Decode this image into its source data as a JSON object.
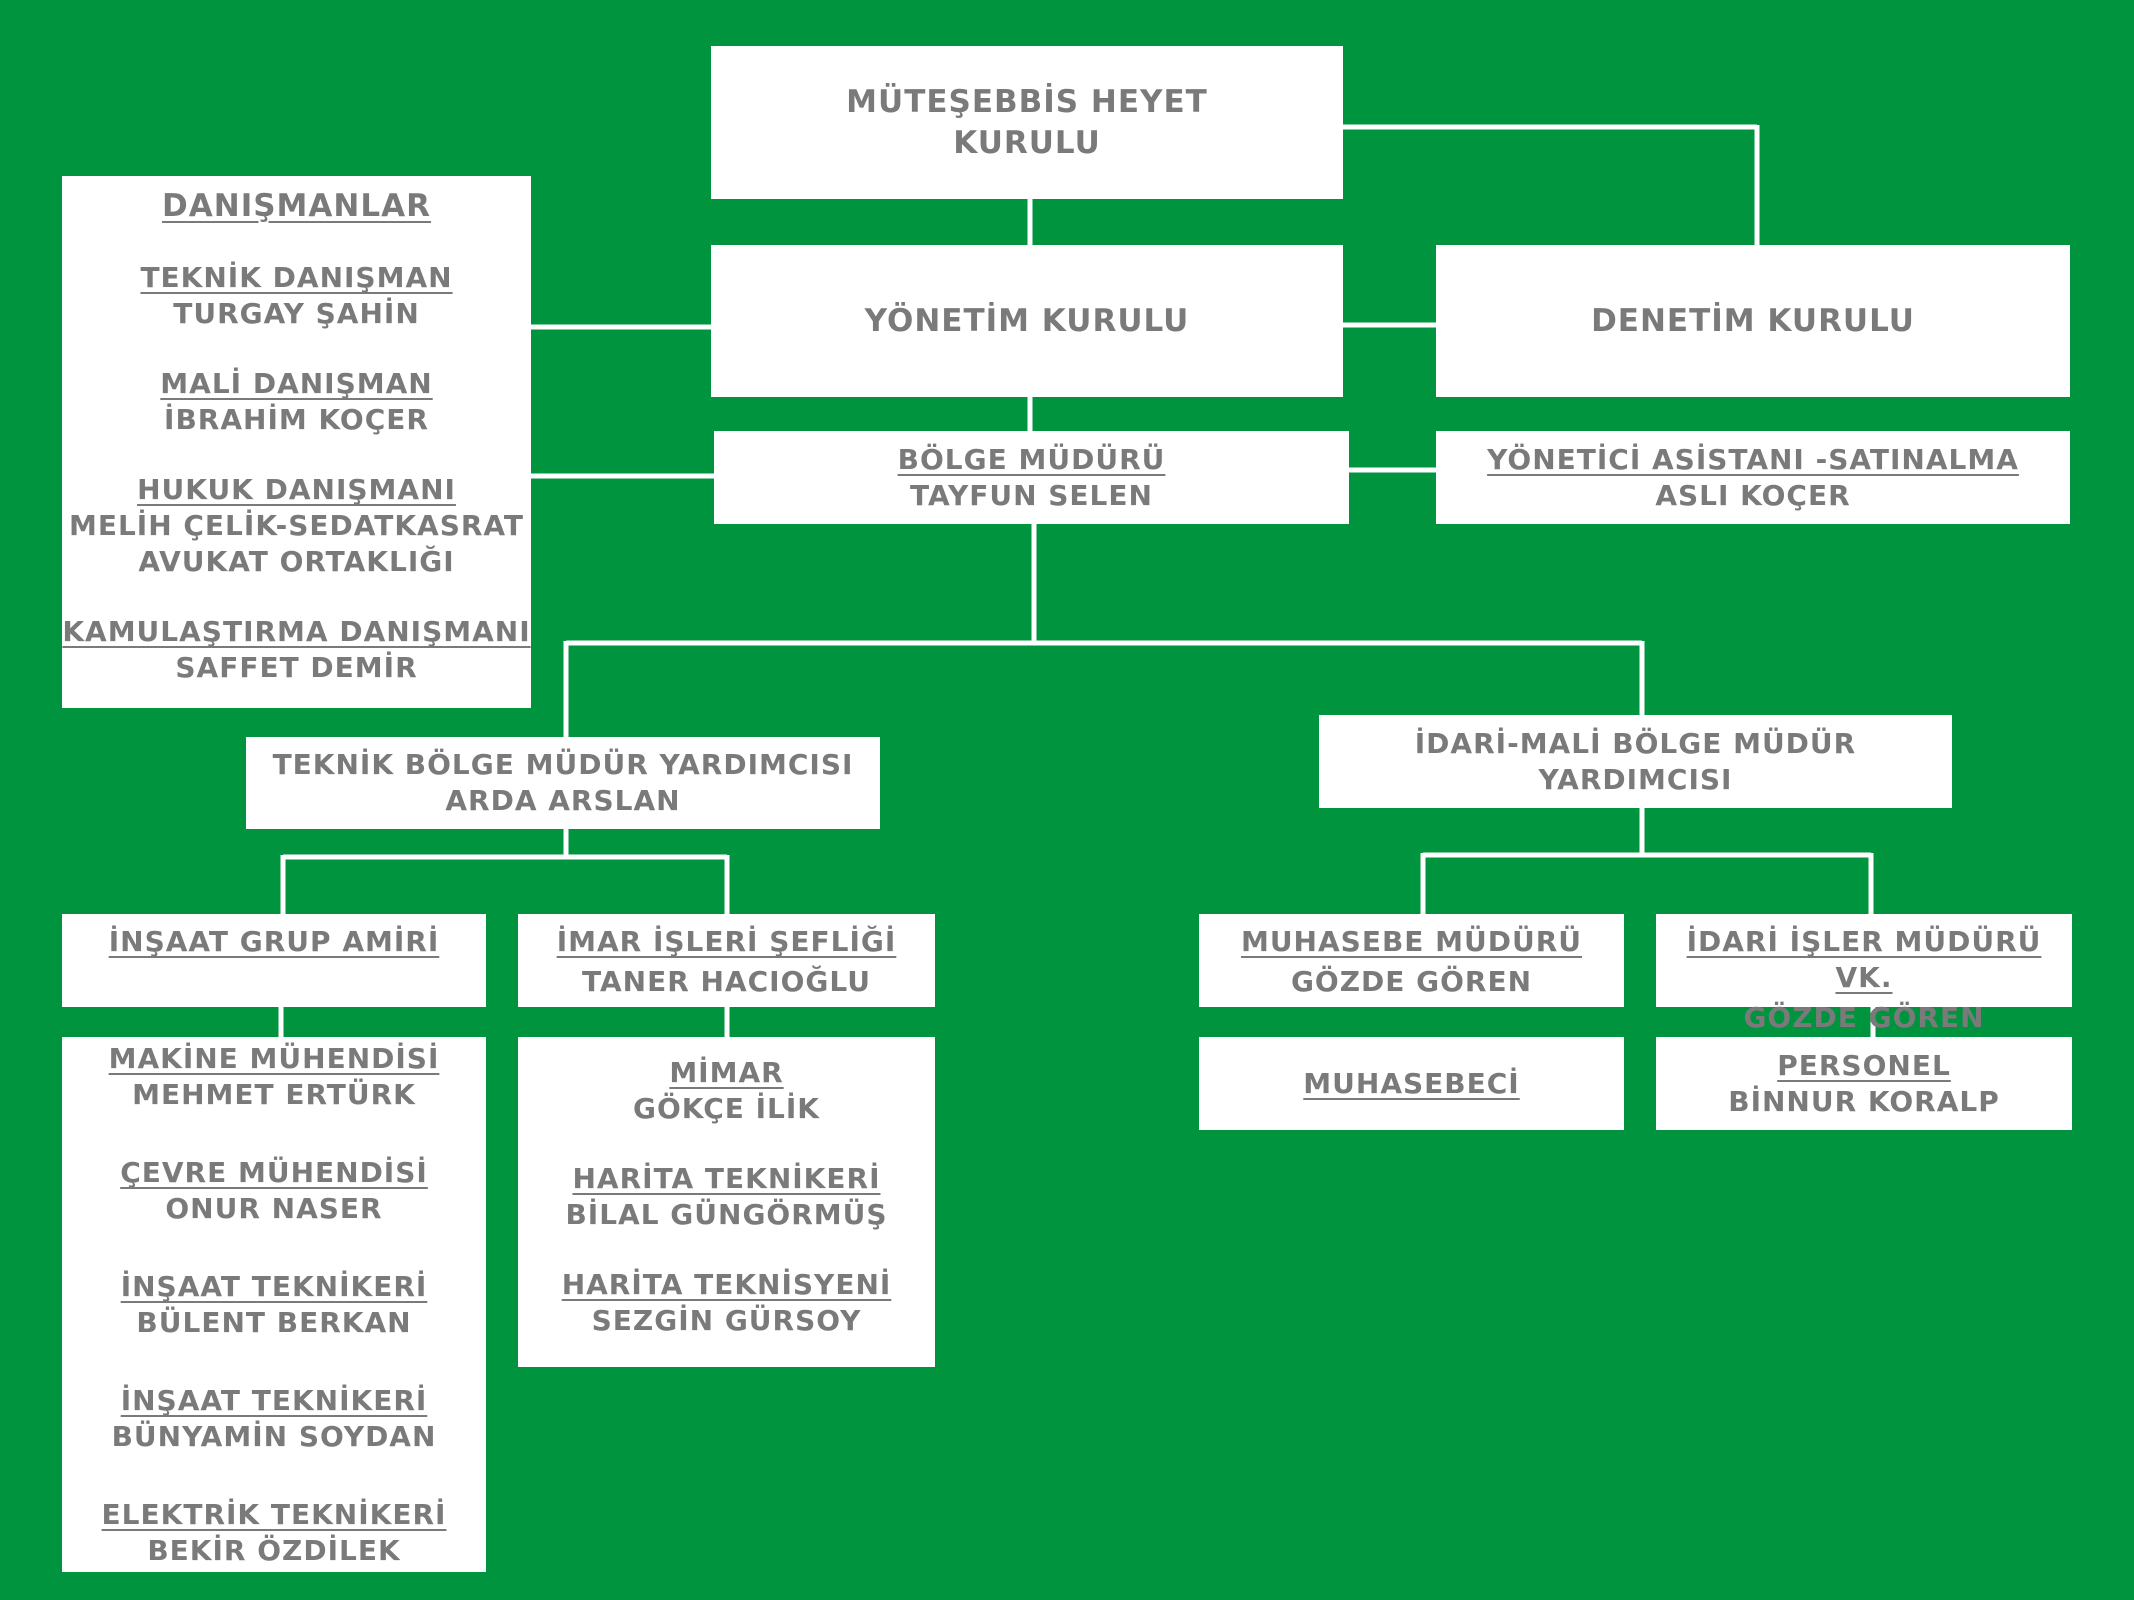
{
  "colors": {
    "background": "#00943f",
    "box": "#ffffff",
    "text": "#7a7a7a",
    "connector": "#ffffff"
  },
  "mutesebbis": {
    "line1": "MÜTEŞEBBİS HEYET",
    "line2": "KURULU"
  },
  "yonetim": {
    "title": "YÖNETİM KURULU"
  },
  "denetim": {
    "title": "DENETİM KURULU"
  },
  "danismanlar": {
    "title": "DANIŞMANLAR",
    "items": [
      {
        "role": "TEKNİK DANIŞMAN",
        "name": "TURGAY ŞAHİN"
      },
      {
        "role": "MALİ DANIŞMAN",
        "name": "İBRAHİM KOÇER"
      },
      {
        "role": "HUKUK DANIŞMANI",
        "name": "MELİH ÇELİK-SEDATKASRAT",
        "name2": "AVUKAT ORTAKLIĞI"
      },
      {
        "role": "KAMULAŞTIRMA DANIŞMANI",
        "name": "SAFFET DEMİR"
      }
    ]
  },
  "bolge_muduru": {
    "role": "BÖLGE MÜDÜRÜ",
    "name": "TAYFUN SELEN"
  },
  "asistan": {
    "role": "YÖNETİCİ ASİSTANI -SATINALMA",
    "name": "ASLI KOÇER"
  },
  "teknik_yardimci": {
    "role": "TEKNİK BÖLGE MÜDÜR YARDIMCISI",
    "name": "ARDA ARSLAN"
  },
  "idari_yardimci": {
    "role": "İDARİ-MALİ BÖLGE MÜDÜR YARDIMCISI"
  },
  "insaat_grup": {
    "role": "İNŞAAT GRUP AMİRİ"
  },
  "imar": {
    "role": "İMAR İŞLERİ ŞEFLİĞİ",
    "name": "TANER HACIOĞLU"
  },
  "muhasebe_muduru": {
    "role": "MUHASEBE MÜDÜRÜ",
    "name": "GÖZDE GÖREN"
  },
  "idari_isler": {
    "role": "İDARİ İŞLER MÜDÜRÜ VK.",
    "name": "GÖZDE GÖREN"
  },
  "insaat_staff": [
    {
      "role": "MAKİNE MÜHENDİSİ",
      "name": "MEHMET ERTÜRK"
    },
    {
      "role": "ÇEVRE MÜHENDİSİ",
      "name": "ONUR NASER"
    },
    {
      "role": "İNŞAAT TEKNİKERİ",
      "name": "BÜLENT BERKAN"
    },
    {
      "role": "İNŞAAT TEKNİKERİ",
      "name": "BÜNYAMİN SOYDAN"
    },
    {
      "role": "ELEKTRİK TEKNİKERİ",
      "name": "BEKİR ÖZDİLEK"
    }
  ],
  "imar_staff": [
    {
      "role": "MİMAR",
      "name": "GÖKÇE İLİK"
    },
    {
      "role": "HARİTA TEKNİKERİ",
      "name": "BİLAL GÜNGÖRMÜŞ"
    },
    {
      "role": "HARİTA TEKNİSYENİ",
      "name": "SEZGİN GÜRSOY"
    }
  ],
  "muhasebeci": {
    "role": "MUHASEBECİ"
  },
  "personel": {
    "role": "PERSONEL",
    "name": "BİNNUR KORALP"
  }
}
